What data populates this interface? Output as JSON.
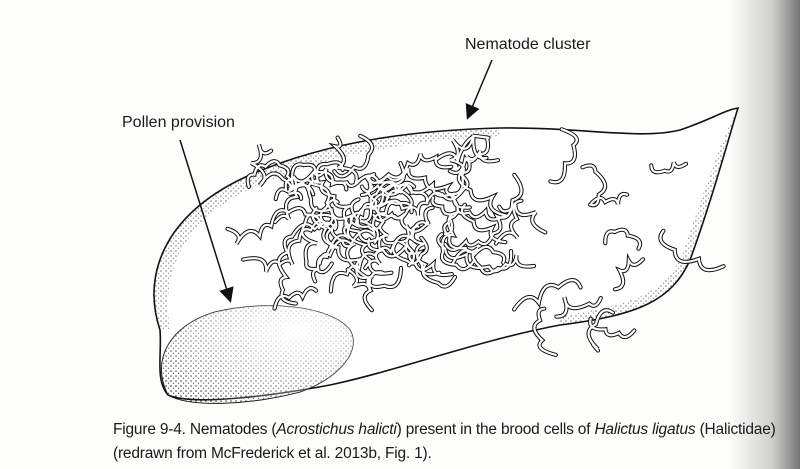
{
  "figure": {
    "labels": {
      "nematode_cluster": "Nematode cluster",
      "pollen_provision": "Pollen provision"
    }
  },
  "caption": {
    "figure_number": "Figure 9-4.",
    "text_1": " Nematodes (",
    "species_1": "Acrostichus halicti",
    "text_2": ") present in the brood cells of ",
    "species_2": "Halictus ligatus",
    "text_3": " (Halictidae)",
    "line_2": "(redrawn from McFrederick et al. 2013b, Fig. 1)."
  }
}
